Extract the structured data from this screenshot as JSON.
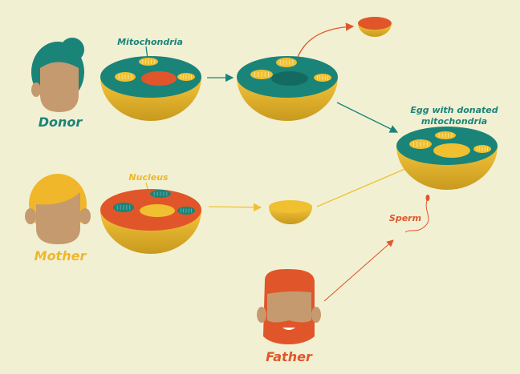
{
  "labels": {
    "donor": "Donor",
    "mother": "Mother",
    "father": "Father",
    "mitochondria": "Mitochondria",
    "nucleus": "Nucleus",
    "sperm": "Sperm",
    "egg_line1": "Egg with donated",
    "egg_line2": "mitochondria"
  },
  "colors": {
    "background": "#f2f0d3",
    "teal": "#1a8479",
    "yellow": "#f0c030",
    "orange": "#e0562a",
    "skin": "#c59a6e"
  }
}
